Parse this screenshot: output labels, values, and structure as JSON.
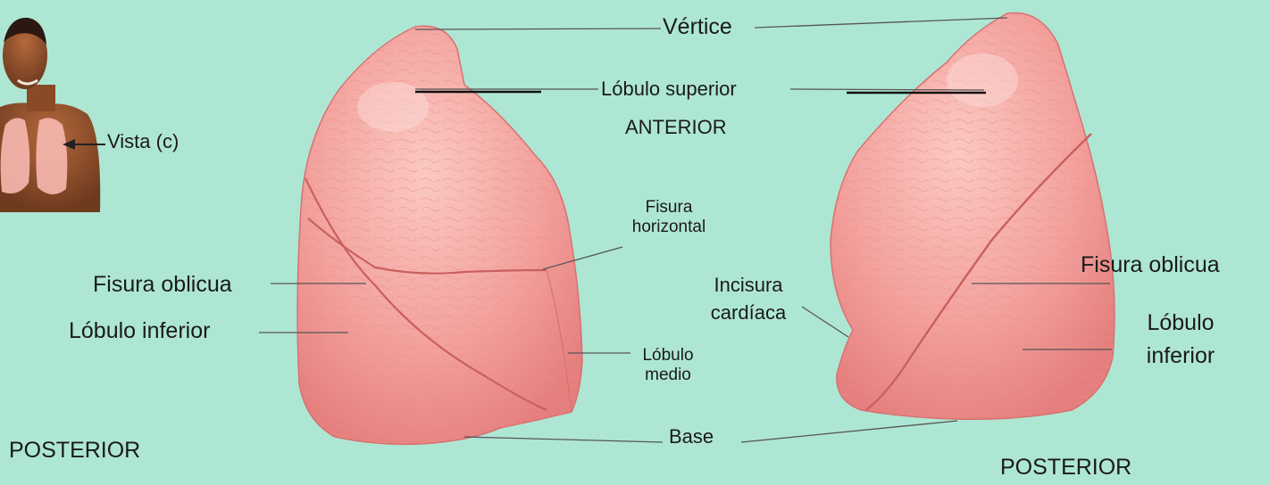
{
  "colors": {
    "background": "#aee6d4",
    "lung_fill": "#f3a09c",
    "lung_highlight": "#fbc9c3",
    "leader_line": "#555555"
  },
  "labels": {
    "apex": "Vértice",
    "superior_lobe": "Lóbulo superior",
    "anterior": "ANTERIOR",
    "horizontal_fissure_1": "Fisura",
    "horizontal_fissure_2": "horizontal",
    "oblique_fissure_left": "Fisura oblicua",
    "inferior_lobe_left": "Lóbulo inferior",
    "middle_lobe_1": "Lóbulo",
    "middle_lobe_2": "medio",
    "cardiac_notch_1": "Incisura",
    "cardiac_notch_2": "cardíaca",
    "oblique_fissure_right": "Fisura oblicua",
    "inferior_lobe_right_1": "Lóbulo",
    "inferior_lobe_right_2": "inferior",
    "base": "Base",
    "posterior_left": "POSTERIOR",
    "posterior_right": "POSTERIOR",
    "view": "Vista (c)"
  },
  "figures": {
    "thumbnail": "person-torso-with-lungs",
    "right_lung": "right-lung-lateral-view",
    "left_lung": "left-lung-lateral-view"
  }
}
